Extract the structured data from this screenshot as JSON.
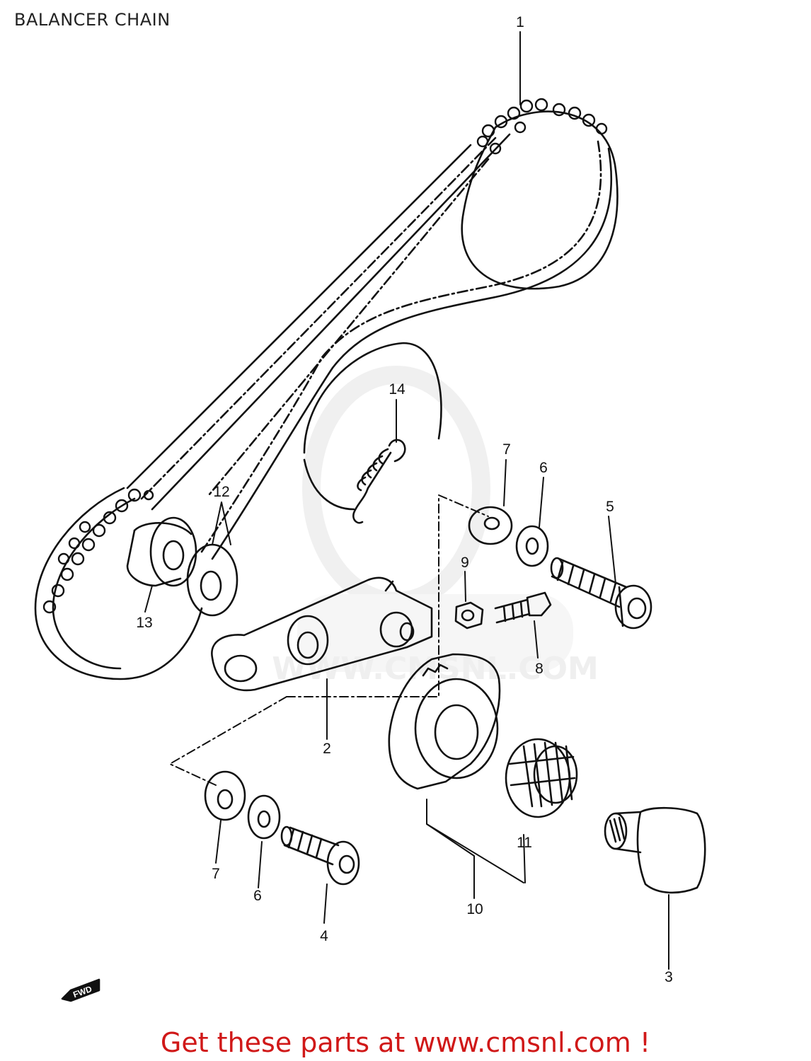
{
  "page": {
    "title": "BALANCER CHAIN"
  },
  "callouts": [
    "1",
    "2",
    "3",
    "4",
    "5",
    "6",
    "7",
    "8",
    "9",
    "10",
    "11",
    "12",
    "13",
    "14",
    "7",
    "6"
  ],
  "direction_marker": "FWD",
  "watermark": "WWW.CMSNL.COM",
  "footer": {
    "text": "Get these parts at www.cmsnl.com !"
  },
  "colors": {
    "ink": "#111111",
    "footer": "#d01818",
    "watermark": "#e6e6e6"
  }
}
